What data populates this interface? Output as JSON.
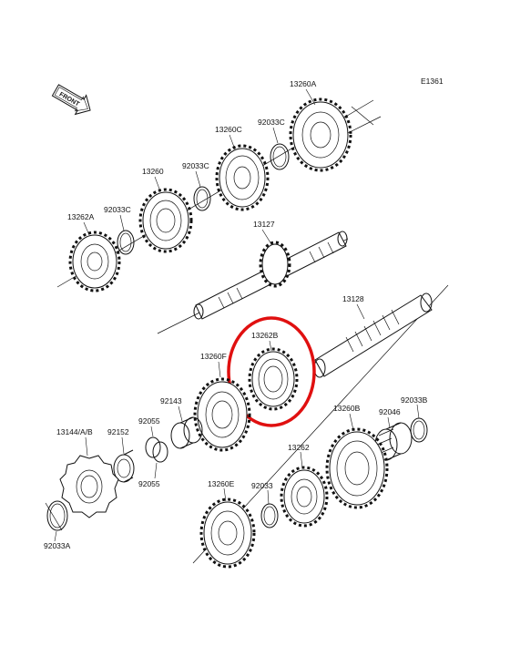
{
  "diagram_code": "E1361",
  "front_label": "FRONT",
  "highlight_color": "#e01010",
  "labels": {
    "p13260A": "13260A",
    "p92033C_1": "92033C",
    "p13260C": "13260C",
    "p92033C_2": "92033C",
    "p13260": "13260",
    "p92033C_3": "92033C",
    "p13262A": "13262A",
    "p13127": "13127",
    "p13128": "13128",
    "p13262B": "13262B",
    "p13260F": "13260F",
    "p92143": "92143",
    "p92055_1": "92055",
    "p92152": "92152",
    "p13144": "13144/A/B",
    "p92055_2": "92055",
    "p92033B": "92033B",
    "p92046": "92046",
    "p13260B": "13260B",
    "p13262": "13262",
    "p13260E": "13260E",
    "p92033": "92033",
    "p92033A": "92033A"
  }
}
